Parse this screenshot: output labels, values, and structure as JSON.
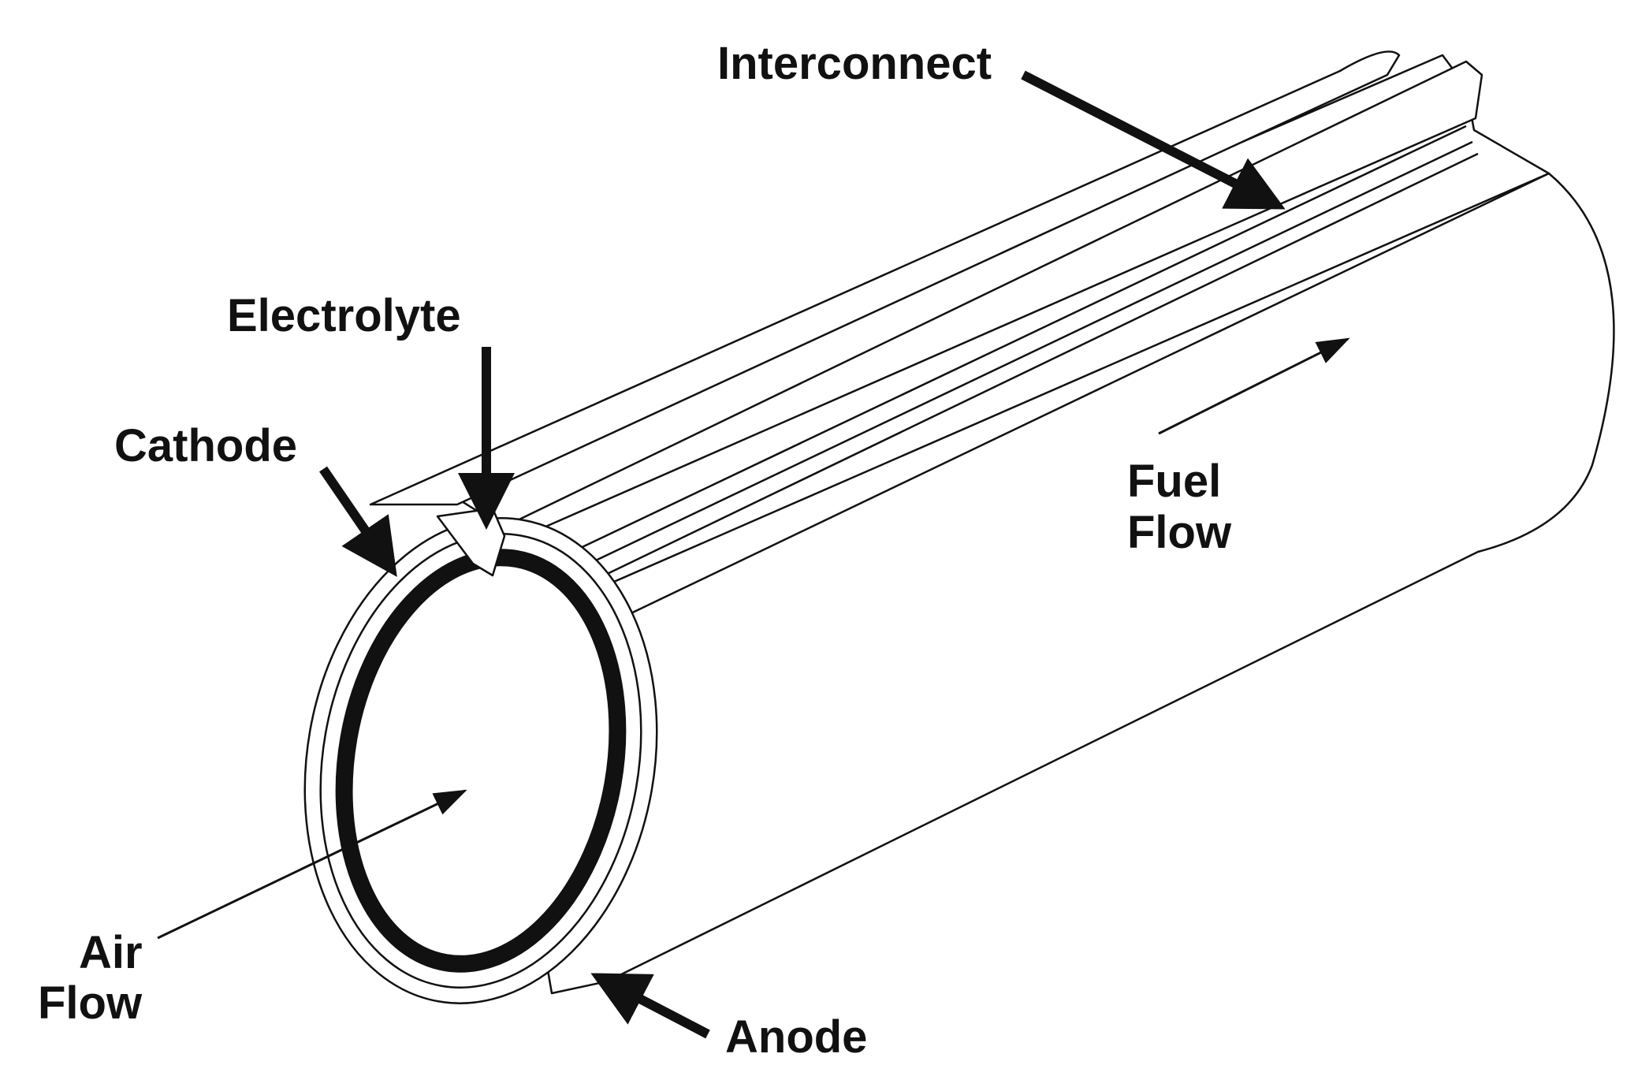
{
  "diagram": {
    "labels": {
      "interconnect": "Interconnect",
      "electrolyte": "Electrolyte",
      "cathode": "Cathode",
      "fuel_flow_line1": "Fuel",
      "fuel_flow_line2": "Flow",
      "air_flow_line1": "Air",
      "air_flow_line2": "Flow",
      "anode": "Anode"
    },
    "colors": {
      "ink": "#111111",
      "background": "#ffffff"
    }
  }
}
